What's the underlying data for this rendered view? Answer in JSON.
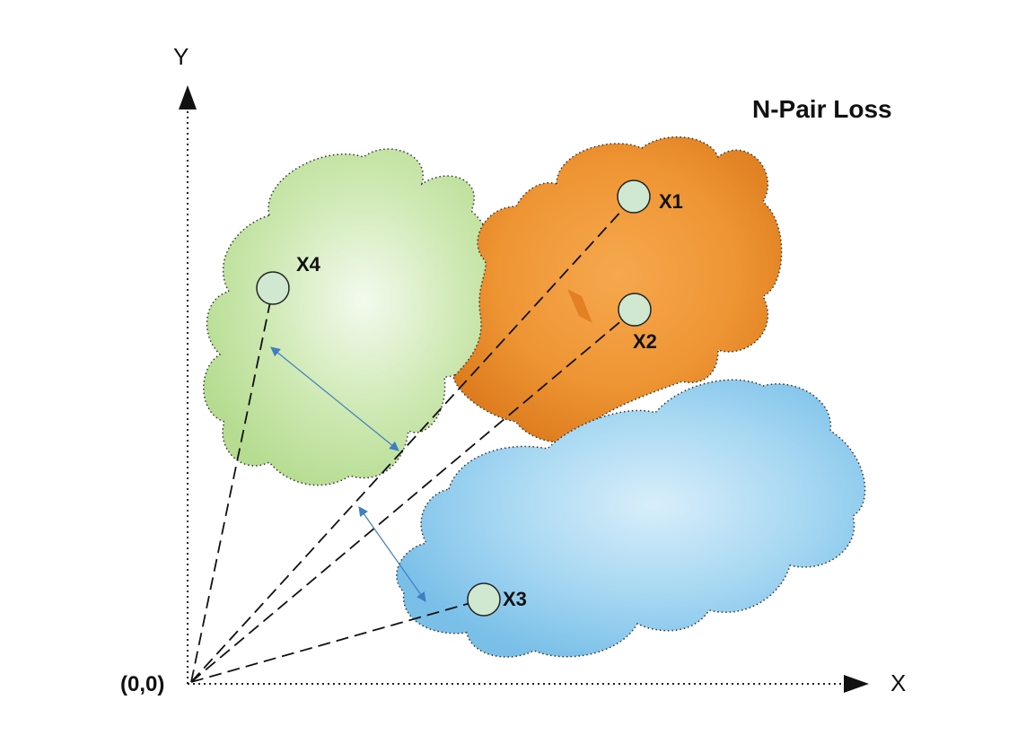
{
  "title": "N-Pair Loss",
  "axes": {
    "x_label": "X",
    "y_label": "Y",
    "origin_label": "(0,0)"
  },
  "clusters": [
    {
      "id": "green-cluster",
      "color": "#b8df95",
      "points": [
        "X4"
      ]
    },
    {
      "id": "orange-cluster",
      "color": "#e68a2e",
      "points": [
        "X1",
        "X2"
      ]
    },
    {
      "id": "blue-cluster",
      "color": "#7fc3ea",
      "points": [
        "X3"
      ]
    }
  ],
  "points": [
    {
      "label": "X1",
      "cluster": "orange-cluster"
    },
    {
      "label": "X2",
      "cluster": "orange-cluster"
    },
    {
      "label": "X3",
      "cluster": "blue-cluster"
    },
    {
      "label": "X4",
      "cluster": "green-cluster"
    }
  ],
  "colors": {
    "point_fill": "#cfe8cf",
    "arrow_blue": "#3d7fbf",
    "arrow_orange": "#e07a1f",
    "axis": "#222222"
  }
}
